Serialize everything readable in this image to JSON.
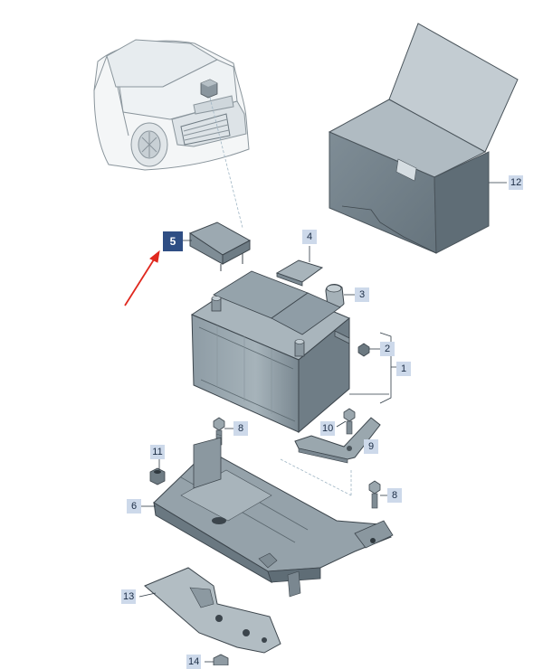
{
  "callouts": {
    "c1": "1",
    "c2": "2",
    "c3": "3",
    "c4": "4",
    "c5": "5",
    "c6": "6",
    "c7": "8",
    "c8": "8",
    "c9": "9",
    "c10": "10",
    "c11": "11",
    "c12": "12",
    "c13": "13",
    "c14": "14"
  },
  "colors": {
    "callout_bg": "#cdd9ea",
    "callout_selected_bg": "#2f4e84",
    "part_fill": "#9aa8b0",
    "part_light": "#c4ced4",
    "part_dark": "#6f7d86",
    "outline": "#3c454c",
    "arrow": "#e0281e"
  }
}
